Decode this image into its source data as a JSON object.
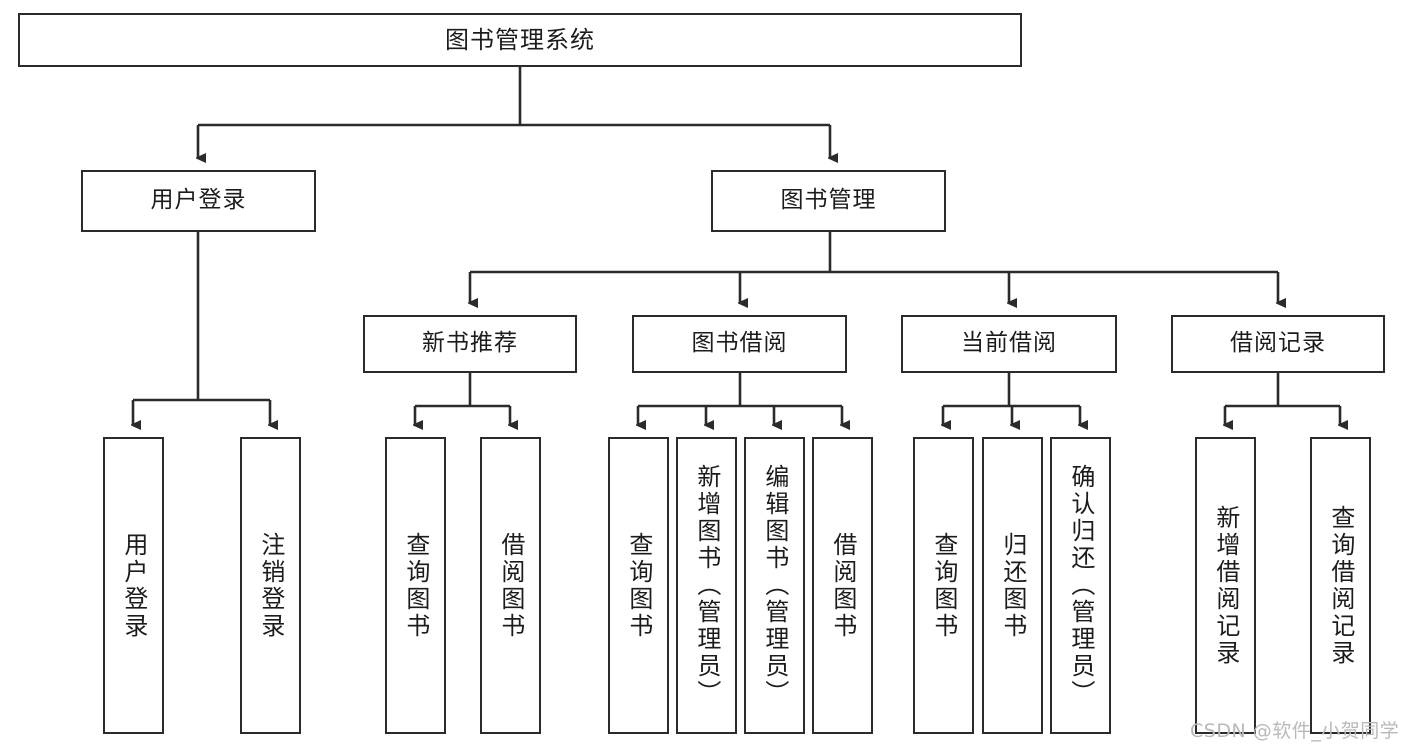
{
  "diagram": {
    "title": "图书管理系统",
    "type": "tree",
    "watermark": "CSDN @软件_小贺同学",
    "colors": {
      "box_border": "#2b2b2b",
      "box_fill": "#ffffff",
      "edge": "#2b2b2b",
      "text": "#1c1c1c",
      "watermark": "#b9b9b9",
      "background": "#ffffff"
    },
    "nodes": {
      "root": {
        "label": "图书管理系统"
      },
      "level2": [
        {
          "id": "user-login",
          "label": "用户登录"
        },
        {
          "id": "book-manage",
          "label": "图书管理"
        }
      ],
      "level3": [
        {
          "id": "new-book-rec",
          "label": "新书推荐"
        },
        {
          "id": "book-borrow",
          "label": "图书借阅"
        },
        {
          "id": "current-borrow",
          "label": "当前借阅"
        },
        {
          "id": "borrow-record",
          "label": "借阅记录"
        }
      ],
      "leaves": {
        "user-login": [
          {
            "id": "leaf-user-login",
            "label": "用户登录"
          },
          {
            "id": "leaf-logout",
            "label": "注销登录"
          }
        ],
        "new-book-rec": [
          {
            "id": "leaf-query-book-1",
            "label": "查询图书"
          },
          {
            "id": "leaf-borrow-book-1",
            "label": "借阅图书"
          }
        ],
        "book-borrow": [
          {
            "id": "leaf-query-book-2",
            "label": "查询图书"
          },
          {
            "id": "leaf-add-book",
            "label": "新增图书（管理员）"
          },
          {
            "id": "leaf-edit-book",
            "label": "编辑图书（管理员）"
          },
          {
            "id": "leaf-borrow-book-2",
            "label": "借阅图书"
          }
        ],
        "current-borrow": [
          {
            "id": "leaf-query-book-3",
            "label": "查询图书"
          },
          {
            "id": "leaf-return-book",
            "label": "归还图书"
          },
          {
            "id": "leaf-confirm-return",
            "label": "确认归还（管理员）"
          }
        ],
        "borrow-record": [
          {
            "id": "leaf-add-record",
            "label": "新增借阅记录"
          },
          {
            "id": "leaf-query-record",
            "label": "查询借阅记录"
          }
        ]
      }
    }
  }
}
